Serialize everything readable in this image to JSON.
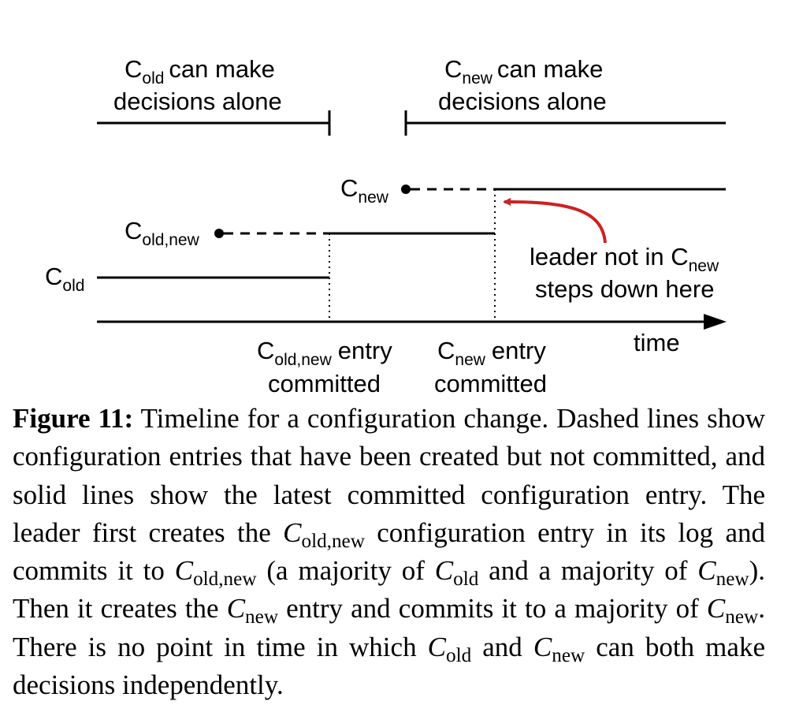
{
  "labels": {
    "c_base": "C",
    "old": "old",
    "new": "new",
    "old_new": "old,new",
    "can_make": "can make",
    "decisions_alone": "decisions alone",
    "entry": "entry",
    "committed": "committed",
    "time": "time",
    "leader_line1": "leader not in C",
    "leader_line2": "steps down here"
  },
  "caption": {
    "figure_label": "Figure 11:",
    "t1": " Timeline for a configuration change. Dashed lines show configuration entries that have been created but not committed, and solid lines show the latest committed configuration entry. The leader first creates the ",
    "t2": " configuration entry in its log and commits it to ",
    "t3": " (a majority of ",
    "t4": " and a majority of ",
    "t5": "). Then it creates the ",
    "t6": " entry and commits it to a majority of ",
    "t7": ". There is no point in time in which ",
    "t8": " and ",
    "t9": " can both make decisions independently."
  },
  "colors": {
    "ink": "#000000",
    "arrow_red": "#cc2222"
  }
}
